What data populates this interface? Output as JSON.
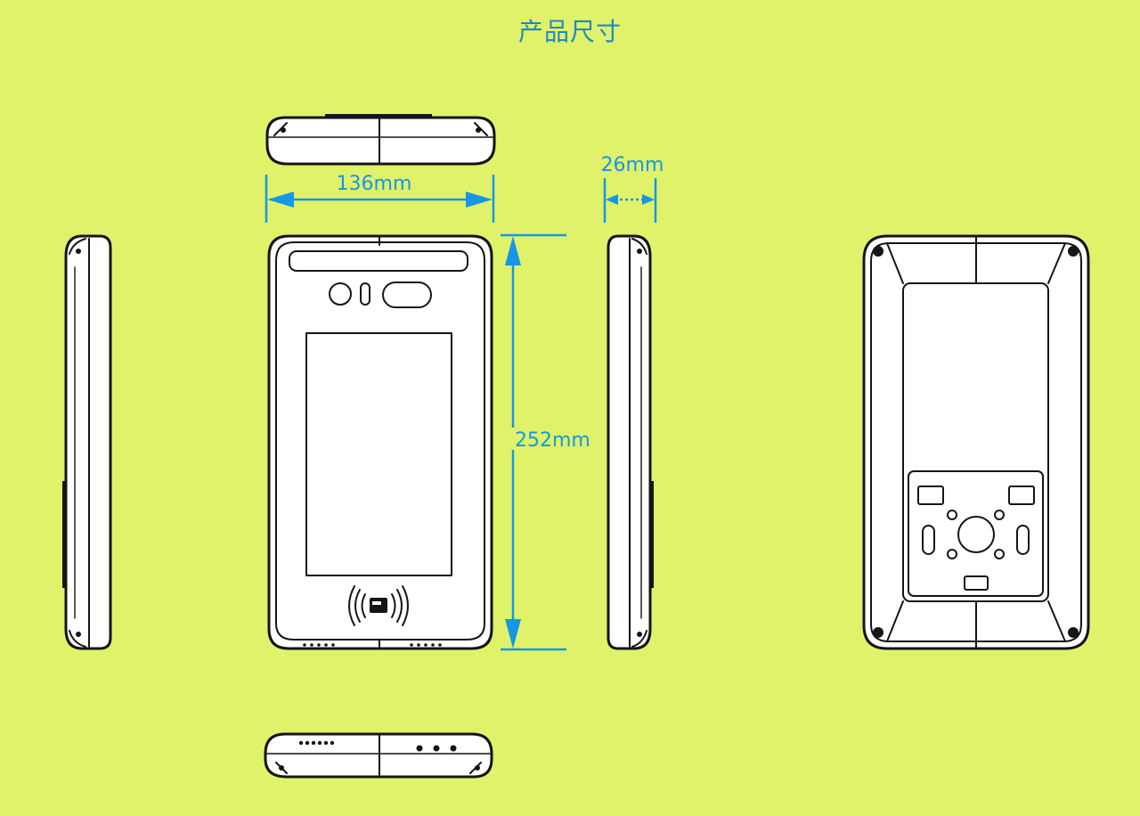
{
  "title": "产品尺寸",
  "dimensions": {
    "width_label": "136mm",
    "height_label": "252mm",
    "depth_label": "26mm"
  },
  "colors": {
    "background": "#e0f26a",
    "title": "#1f88c7",
    "dimension": "#1597e5",
    "outline": "#151515"
  }
}
